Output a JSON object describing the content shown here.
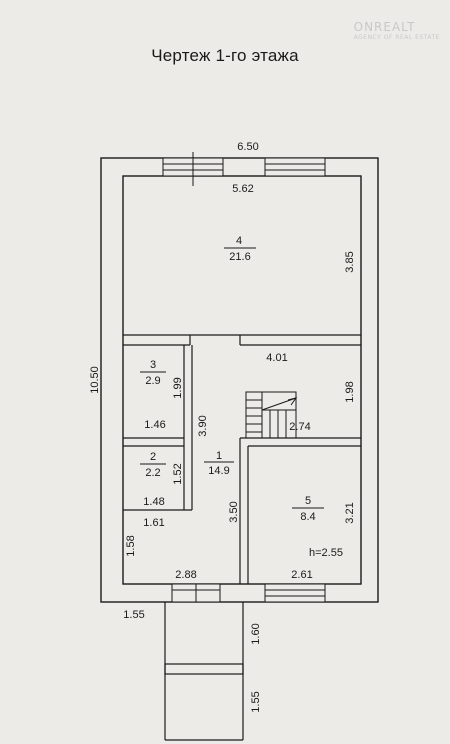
{
  "title": "Чертеж 1-го этажа",
  "watermark": {
    "brand": "ONREALT",
    "sub": "AGENCY OF REAL ESTATE"
  },
  "rooms": [
    {
      "num": "4",
      "area": "21.6"
    },
    {
      "num": "3",
      "area": "2.9"
    },
    {
      "num": "2",
      "area": "2.2"
    },
    {
      "num": "1",
      "area": "14.9"
    },
    {
      "num": "5",
      "area": "8.4"
    }
  ],
  "dimensions": {
    "outer_width": "6.50",
    "outer_height": "10.50",
    "room4_width": "5.62",
    "room4_height": "3.85",
    "corridor_width": "4.01",
    "corridor_right_height": "1.98",
    "room3_height": "1.99",
    "room3_width": "1.46",
    "hall_height": "3.90",
    "stair": "2.74",
    "room2_height": "1.52",
    "room2_width": "1.48",
    "hall_bottom_width": "1.61",
    "room5_left_height": "3.50",
    "room5_right_height": "3.21",
    "left_bottom_height": "1.58",
    "bottom_left_width": "2.88",
    "bottom_right_width": "2.61",
    "porch_offset": "1.55",
    "porch_height1": "1.60",
    "porch_height2": "1.55",
    "ceiling_height": "h=2.55"
  }
}
